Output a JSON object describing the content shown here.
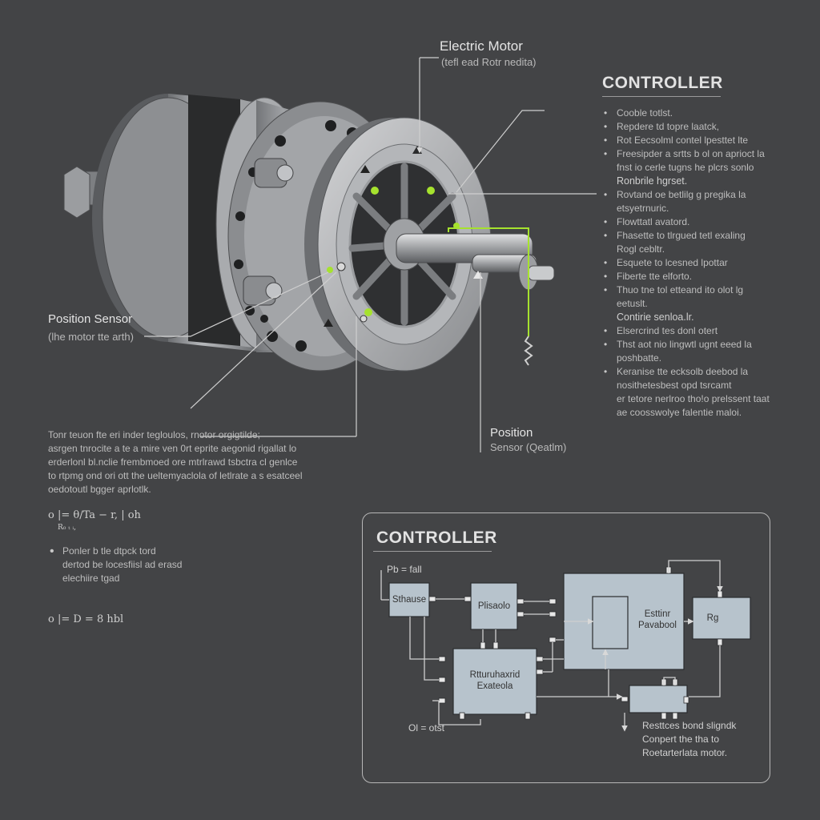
{
  "motor_label": {
    "title": "Electric Motor",
    "subtitle": "(tefl ead Rotr nedita)"
  },
  "position_sensor_left": {
    "title": "Position Sensor",
    "subtitle": "(lhe motor tte arth)"
  },
  "position_sensor_right": {
    "title": "Position",
    "subtitle": "Sensor (Qeatlm)"
  },
  "controller_notes": {
    "heading": "CONTROLLER",
    "items": [
      {
        "text": "Cooble totlst.",
        "bullet": true
      },
      {
        "text": "Repdere td topre laatck,",
        "bullet": true
      },
      {
        "text": "Rot Eecsolml contel lpesttet lte",
        "bullet": true
      },
      {
        "text": "Freesipder a srtts b ol on aprioct la",
        "bullet": true
      },
      {
        "text": "fnst io cerle tugns he plcrs sonlo",
        "bullet": false
      },
      {
        "text": "Ronbrile hgrset.",
        "bullet": false,
        "sub": true
      },
      {
        "text": "Rovtand oe betlilg g pregika la",
        "bullet": true
      },
      {
        "text": "etsyetrnuric.",
        "bullet": false
      },
      {
        "text": "Flowttatl avatord.",
        "bullet": true
      },
      {
        "text": "Fhasette to tlrgued tetl exaling",
        "bullet": true
      },
      {
        "text": "Rogl cebltr.",
        "bullet": false
      },
      {
        "text": "Esquete to lcesned lpottar",
        "bullet": true
      },
      {
        "text": "Fiberte tte elforto.",
        "bullet": true
      },
      {
        "text": "Thuo tne tol etteand ito olot lg",
        "bullet": true
      },
      {
        "text": "eetuslt.",
        "bullet": false
      },
      {
        "text": "Contirie senloa.lr.",
        "bullet": false,
        "sub": true
      },
      {
        "text": "Elsercrind tes donl otert",
        "bullet": true
      },
      {
        "text": "Thst aot nio lingwtl ugnt eeed la",
        "bullet": true
      },
      {
        "text": "poshbatte.",
        "bullet": false
      },
      {
        "text": "Keranise tte ecksolb deebod la",
        "bullet": true
      },
      {
        "text": "nosithetesbest opd tsrcamt",
        "bullet": false
      },
      {
        "text": "er tetore nerlroo tho!o prelssent taat",
        "bullet": false
      },
      {
        "text": "ae coosswolye falentie maloi.",
        "bullet": false
      }
    ]
  },
  "left_paragraph": "Tonr teuon fte eri inder tegloulos, rnotor orgigtilde;\nasrgen tnrocite a te a mire ven 0rt eprite aegonid rigallat lo\nerderlonl bl.nclie frembmoed ore mtrlrawd tsbctra cl genlce\nto rtpmg ond ori ott the ueltemyaclola of letlrate a s esatceel\noedotoutl bgger aprlotlk.",
  "formula_1": "o   |=  θ/Ta  − r, | oh",
  "formula_1_sub": "R₀     ₜ       ᵢ,",
  "left_note": "Ponler b tle dtpck tord\ndertod be  locesfiisl ad erasd\nelechiire tgad",
  "formula_2": "o   |=     D = 8 hbl",
  "controller_diagram": {
    "heading": "CONTROLLER",
    "input_label": "Pb = fall",
    "output_label": "Ol = otst",
    "blocks": {
      "sensor": "Sthause",
      "plant": "Plisaolo",
      "processor": "Rtturuhaxrid\nExateola",
      "central": "Esttinr\nPavabool",
      "out": "Rg"
    },
    "caption": "Resttces bond sligndk\nConpert the tha to\nRoetarterlata motor."
  },
  "colors": {
    "background": "#434446",
    "accent": "#a6e22e",
    "block": "#b7c3cc"
  }
}
